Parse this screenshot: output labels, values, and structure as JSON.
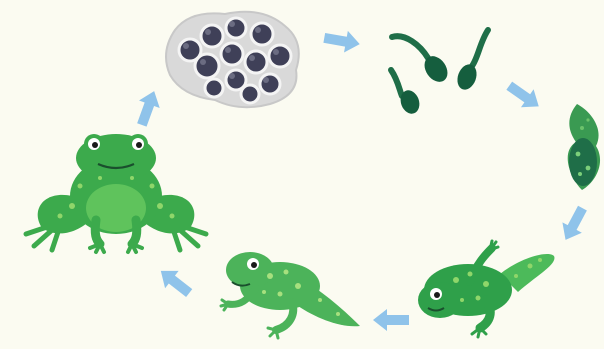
{
  "diagram": {
    "type": "cycle",
    "stages": [
      {
        "id": "eggs",
        "icon": "frog-eggs-icon"
      },
      {
        "id": "tadpoles",
        "icon": "tadpoles-icon"
      },
      {
        "id": "tadpole-with-legs",
        "icon": "tadpole-with-legs-icon"
      },
      {
        "id": "froglet-tail",
        "icon": "froglet-with-tail-icon"
      },
      {
        "id": "young-frog",
        "icon": "young-frog-icon"
      },
      {
        "id": "adult-frog",
        "icon": "adult-frog-icon"
      }
    ],
    "arrow_count": 6,
    "direction": "clockwise"
  },
  "colors": {
    "background": "#fbfbf1",
    "arrow": "#8fc3ea",
    "frog_green": "#38b04a",
    "frog_dark": "#1f7a3a",
    "frog_spots": "#8fd66a",
    "tadpole_dark": "#155e3e",
    "egg_jelly": "#dcdcdc",
    "egg_yolk": "#3f4058"
  }
}
